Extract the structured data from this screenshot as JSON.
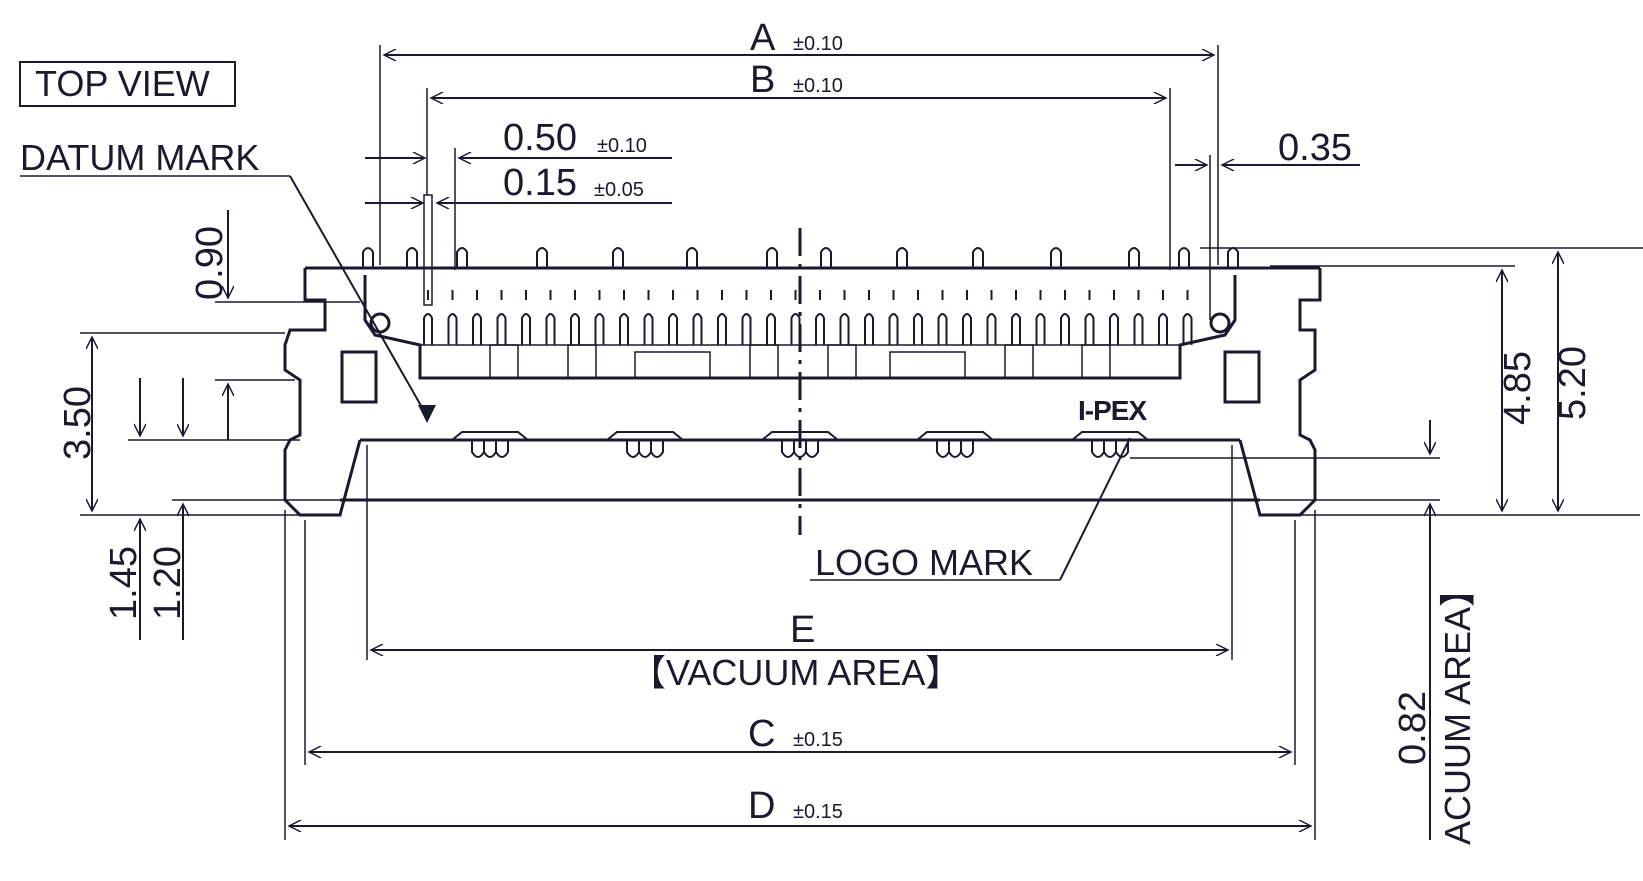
{
  "view_title": "TOP VIEW",
  "labels": {
    "datum_mark": "DATUM MARK",
    "logo_mark": "LOGO MARK",
    "logo_text": "I-PEX",
    "vacuum_area": "【VACUUM AREA】",
    "vacuum_area_side": "ACUUM AREA】"
  },
  "dimensions": {
    "A": {
      "label": "A",
      "tol": "±0.10"
    },
    "B": {
      "label": "B",
      "tol": "±0.10"
    },
    "pitch": {
      "value": "0.50",
      "tol": "±0.10"
    },
    "pin_width": {
      "value": "0.15",
      "tol": "±0.05"
    },
    "offset_035": {
      "value": "0.35"
    },
    "h_090": {
      "value": "0.90"
    },
    "h_350": {
      "value": "3.50"
    },
    "h_145": {
      "value": "1.45"
    },
    "h_120": {
      "value": "1.20"
    },
    "h_485": {
      "value": "4.85"
    },
    "h_520": {
      "value": "5.20"
    },
    "h_082": {
      "value": "0.82"
    },
    "E": {
      "label": "E"
    },
    "C": {
      "label": "C",
      "tol": "±0.15"
    },
    "D": {
      "label": "D",
      "tol": "±0.15"
    }
  },
  "colors": {
    "ink": "#1a1a2e"
  }
}
